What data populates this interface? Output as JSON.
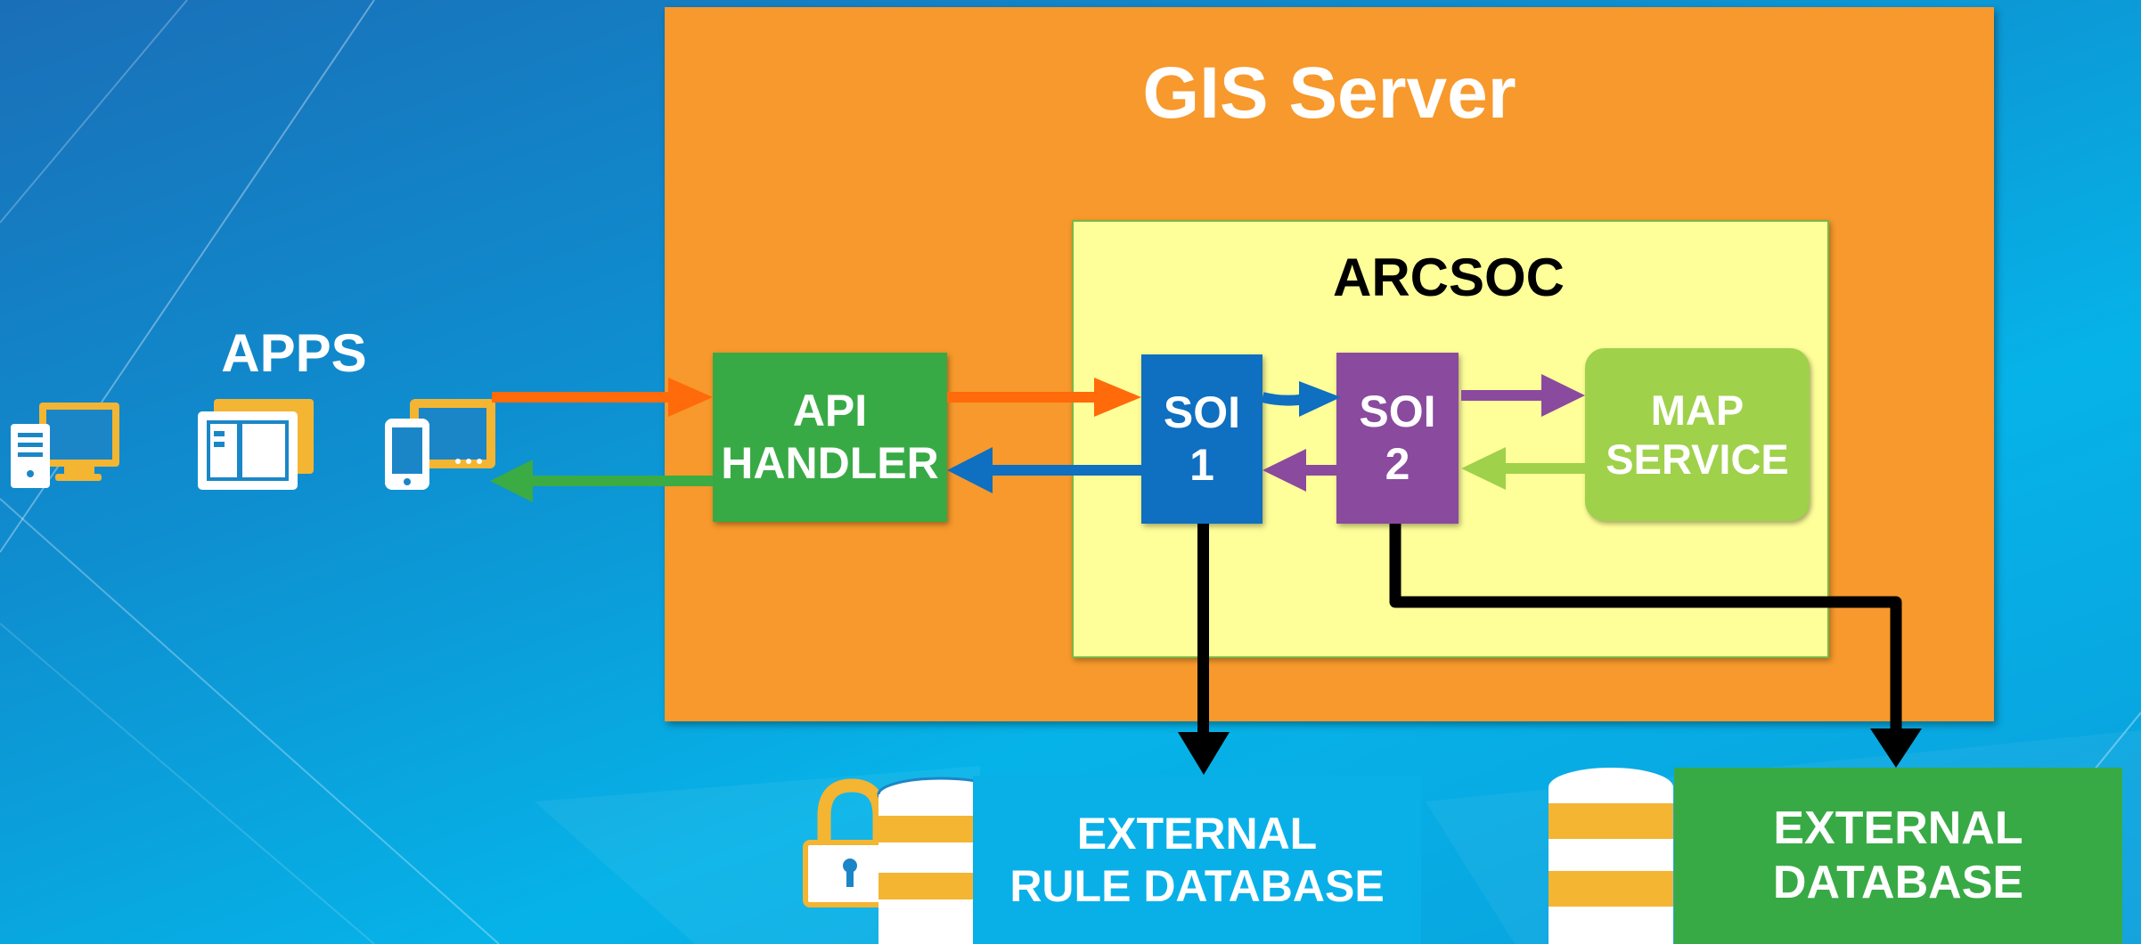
{
  "apps": {
    "label": "APPS"
  },
  "gis_server": {
    "title": "GIS Server"
  },
  "arcsoc": {
    "title": "ARCSOC"
  },
  "nodes": {
    "api_handler": {
      "line1": "API",
      "line2": "HANDLER"
    },
    "soi1": {
      "line1": "SOI",
      "line2": "1"
    },
    "soi2": {
      "line1": "SOI",
      "line2": "2"
    },
    "map_service": {
      "line1": "MAP",
      "line2": "SERVICE"
    },
    "external_rule_db": {
      "line1": "EXTERNAL",
      "line2": "RULE DATABASE"
    },
    "external_db": {
      "line1": "EXTERNAL",
      "line2": "DATABASE"
    }
  },
  "icons": [
    "desktop-icon",
    "tablet-icon",
    "mobile-devices-icon",
    "lock-icon",
    "database-icon"
  ],
  "colors": {
    "background": "#0e8fd0",
    "gis_server": "#f7992c",
    "arcsoc": "#ffff99",
    "api_handler": "#38aa45",
    "soi1": "#0f6fc0",
    "soi2": "#8a4a9e",
    "map_service": "#9fd14b",
    "external_rule_db": "#09b0e8",
    "external_db": "#38aa45",
    "request_arrow": "#ff6a0a",
    "response_arrow": "#3bab43"
  }
}
